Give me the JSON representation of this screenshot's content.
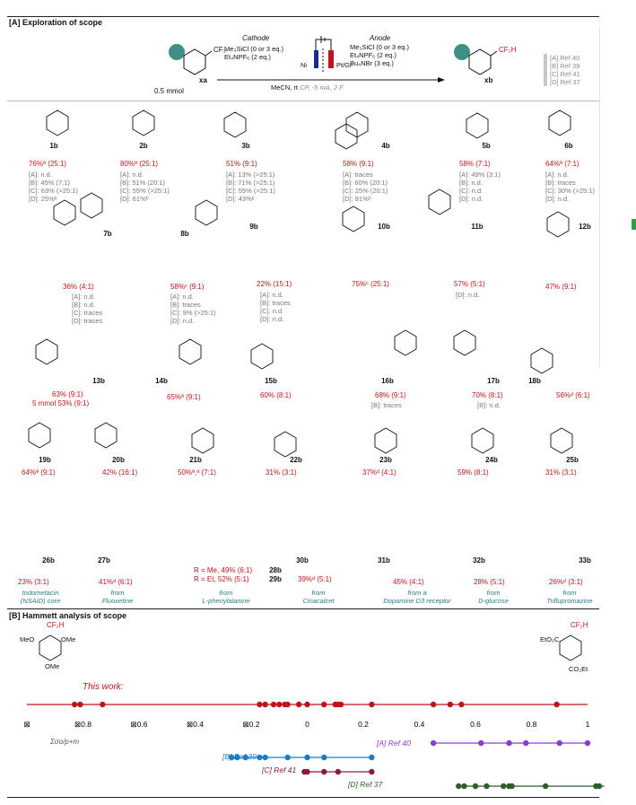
{
  "section_a": {
    "title": "[A] Exploration of scope",
    "cathode": "Cathode",
    "anode": "Anode",
    "cathode_reagents": [
      "Me₃SiCl (0 or 3 eq.)",
      "Et₄NPF₆ (2 eq.)"
    ],
    "anode_reagents": [
      "Me₃SiCl (0 or 3 eq.)",
      "Et₄NPF₆ (2 eq.)",
      "Bu₄NBr (3 eq.)"
    ],
    "ni": "Ni",
    "ptgr": "Pt/Gr",
    "conditions_main": "MeCN, rt ",
    "conditions_gray": "CP, -5 mA, 2 F",
    "sm_label": "xa",
    "sm_amount": "0.5 mmol",
    "sm_group": "CF₃",
    "prod_label": "xb",
    "prod_group": "CF₂H",
    "refs": [
      "[A] Ref 40",
      "[B] Ref 39",
      "[C] Ref 41",
      "[D] Ref 37"
    ]
  },
  "compounds": [
    {
      "label": "1b",
      "yield": "76%ª (25:1)",
      "comp": "[A]: n.d.\n[B]: 45% (7:1)\n[C]: 63% (>25:1)\n[D]: 25%ᵇ"
    },
    {
      "label": "2b",
      "yield": "80%ª (25:1)",
      "comp": "[A]: n.d.\n[B]: 51% (20:1)\n[C]: 55% (>25:1)\n[D]: 61%ᵇ"
    },
    {
      "label": "3b",
      "yield": "51% (9:1)",
      "comp": "[A]: 13% (>25:1)\n[B]: 71% (>25:1)\n[C]: 55% (>25:1)\n[D]: 43%ᵇ"
    },
    {
      "label": "4b",
      "yield": "58% (9:1)",
      "comp": "[A]: traces\n[B]: 60% (20:1)\n[C]: 25% (20:1)\n[D]: 81%ᵇ"
    },
    {
      "label": "5b",
      "yield": "58% (7:1)",
      "comp": "[A]: 49% (3:1)\n[B]: n.d.\n[C]: n.d.\n[D]: n.d."
    },
    {
      "label": "6b",
      "yield": "64%ª (7:1)",
      "comp": "[A]: n.d.\n[B]: traces\n[C]: 30% (>25:1)\n[D]: n.d."
    },
    {
      "label": "7b",
      "yield": "36% (4:1)",
      "comp": "[A]: n.d.\n[B]: n.d.\n[C]: traces\n[D]: traces"
    },
    {
      "label": "8b",
      "yield": "58%ᶜ (9:1)",
      "comp": "[A]: n.d.\n[B]: traces\n[C]: 9% (>25:1)\n[D]: n.d."
    },
    {
      "label": "9b",
      "yield": "22% (15:1)",
      "comp": "[A]: n.d.\n[B]: traces\n[C]: n.d.\n[D]: n.d."
    },
    {
      "label": "10b",
      "yield": "75%ᶜ (25:1)",
      "comp": ""
    },
    {
      "label": "11b",
      "yield": "57% (5:1)",
      "comp": "[D]: n.d."
    },
    {
      "label": "12b",
      "yield": "47% (9:1)",
      "comp": ""
    },
    {
      "label": "13b",
      "yield": "63% (9:1)",
      "yield2": "5 mmol 53% (9:1)",
      "comp": ""
    },
    {
      "label": "14b",
      "yield": "65%ª (9:1)",
      "comp": ""
    },
    {
      "label": "15b",
      "yield": "60% (8:1)",
      "comp": ""
    },
    {
      "label": "16b",
      "yield": "68% (9:1)",
      "comp": "[B]: traces"
    },
    {
      "label": "17b",
      "yield": "70% (8:1)",
      "comp": "[B]: n.d."
    },
    {
      "label": "18b",
      "yield": "56%ᵈ (6:1)",
      "comp": ""
    },
    {
      "label": "19b",
      "yield": "64%ª (9:1)",
      "comp": ""
    },
    {
      "label": "20b",
      "yield": "42% (16:1)",
      "comp": ""
    },
    {
      "label": "21b",
      "yield": "50%ª,ᵈ (7:1)",
      "comp": ""
    },
    {
      "label": "22b",
      "yield": "31% (3:1)",
      "comp": ""
    },
    {
      "label": "23b",
      "yield": "37%ᵈ (4:1)",
      "comp": ""
    },
    {
      "label": "24b",
      "yield": "59% (8:1)",
      "comp": ""
    },
    {
      "label": "25b",
      "yield": "31% (3:1)",
      "comp": ""
    },
    {
      "label": "26b",
      "yield": "23% (3:1)",
      "source": "Indometacin\n(NSAID) core"
    },
    {
      "label": "27b",
      "yield": "41%ᵈ (6:1)",
      "source": "from\nFluoxetine"
    },
    {
      "label": "28b",
      "yield": "R = Me, 49% (6:1)",
      "source": "from\nL-phenylalanine"
    },
    {
      "label": "29b",
      "yield": "R = Et, 52% (5:1)",
      "source": ""
    },
    {
      "label": "30b",
      "yield": "39%ᵈ (5:1)",
      "source": "from\nCinacalcet"
    },
    {
      "label": "31b",
      "yield": "45% (4:1)",
      "source": "from a\nDopamine D3 receptor"
    },
    {
      "label": "32b",
      "yield": "28% (5:1)",
      "source": "from\nD-glucose"
    },
    {
      "label": "33b",
      "yield": "26%ᵈ (3:1)",
      "source": "from\nTriflupromazine"
    }
  ],
  "section_b": {
    "title": "[B] Hammett analysis of scope",
    "this_work": "This work:",
    "sigma_label": "Σσo/p+m",
    "ref_a": "[A] Ref 40",
    "ref_b": "[B] Ref 39",
    "ref_c": "[C] Ref 41",
    "ref_d": "[D] Ref 37"
  },
  "chart_data": {
    "type": "scatter",
    "xlim": [
      -1,
      1
    ],
    "ticks": [
      -1,
      -0.8,
      -0.6,
      -0.4,
      -0.2,
      0,
      0.2,
      0.4,
      0.6,
      0.8,
      1
    ],
    "tick_labels": [
      "⊠",
      "⊠0.8",
      "⊠0.6",
      "⊠0.4",
      "⊠0.2",
      "0",
      "0.2",
      "0.4",
      "0.6",
      "0.8",
      "1"
    ],
    "xlabel": "Σσo/p+m",
    "series": [
      {
        "name": "This work:",
        "color": "#c0141b",
        "values": [
          -0.83,
          -0.81,
          -0.73,
          -0.17,
          -0.15,
          -0.12,
          -0.1,
          -0.08,
          -0.07,
          -0.03,
          0,
          0.06,
          0.1,
          0.11,
          0.12,
          0.23,
          0.45,
          0.51,
          0.55,
          0.89
        ]
      },
      {
        "name": "[A] Ref 40",
        "color": "#8a3bd1",
        "values": [
          0.45,
          0.62,
          0.72,
          0.78,
          0.9,
          1.0
        ]
      },
      {
        "name": "[B] Ref 39",
        "color": "#1a7dc4",
        "values": [
          -0.27,
          -0.25,
          -0.22,
          -0.17,
          -0.15,
          -0.07,
          0,
          0.06,
          0.23
        ]
      },
      {
        "name": "[C] Ref 41",
        "color": "#8a1a4a",
        "values": [
          -0.01,
          0,
          0.06,
          0.11,
          0.23
        ]
      },
      {
        "name": "[D] Ref 37",
        "color": "#2f5e2a",
        "values": [
          0.54,
          0.56,
          0.6,
          0.64,
          0.7,
          0.72,
          0.73,
          0.85,
          1.03,
          1.06
        ]
      }
    ]
  },
  "hammett_struct": {
    "left_top": "CF₂H",
    "left_ome1": "MeO",
    "left_ome2": "OMe",
    "left_ome3": "OMe",
    "right_top": "CF₂H",
    "right_ester1": "EtO₂C",
    "right_ester2": "CO₂Et"
  }
}
